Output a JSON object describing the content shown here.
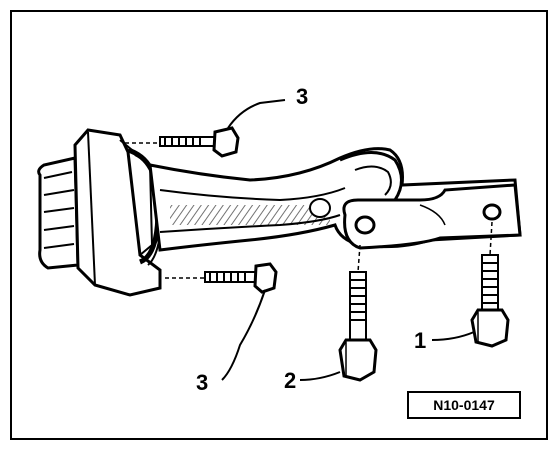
{
  "diagram": {
    "reference_code": "N10-0147",
    "callouts": {
      "c1": "1",
      "c2": "2",
      "c3_top": "3",
      "c3_bottom": "3"
    }
  }
}
